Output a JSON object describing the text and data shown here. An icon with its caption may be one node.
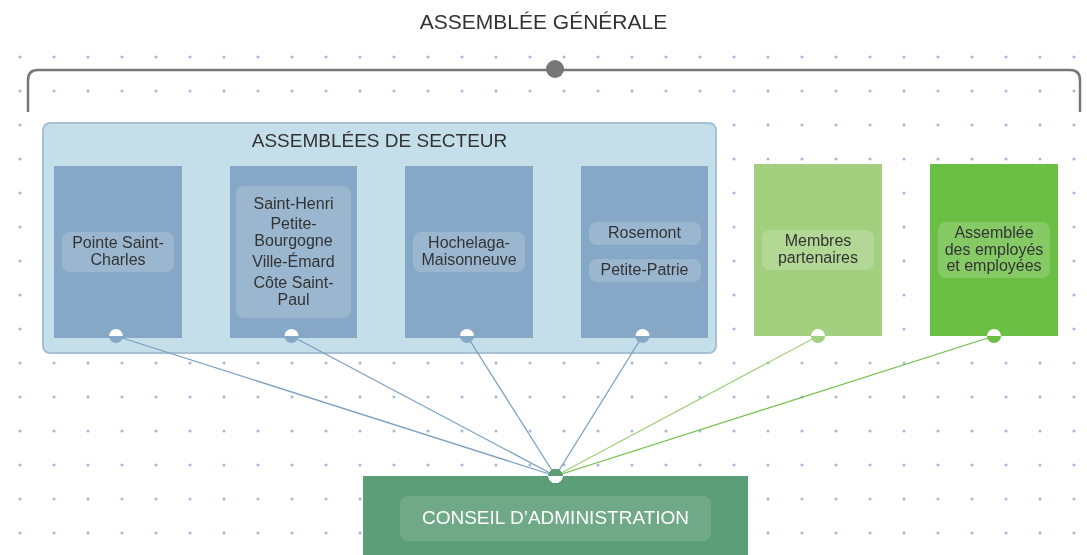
{
  "diagram": {
    "title": "ASSEMBLÉE GÉNÉRALE",
    "nodes": [
      {
        "text": [
          "ASSEMBLÉES DE SECTEUR"
        ]
      },
      {
        "text": [
          "Pointe Saint-Charles"
        ],
        "in": 0
      },
      {
        "text": [
          "Saint-Henri",
          "Petite-Bourgogne",
          "Ville-Émard",
          "Côte Saint-Paul"
        ],
        "in": 0
      },
      {
        "text": [
          "Hochelaga-Maisonneuve"
        ],
        "in": 0
      },
      {
        "text": [
          "Rosemont",
          "Petite-Patrie"
        ],
        "in": 0
      },
      {
        "text": [
          "Membres partenaires"
        ]
      },
      {
        "text": [
          "Assemblée des employés et employées"
        ]
      },
      {
        "text": [
          "CONSEIL D’ADMINISTRATION"
        ]
      }
    ],
    "edges": [
      {
        "from": 1,
        "to": 7,
        "arrow": "other"
      },
      {
        "from": 2,
        "to": 7,
        "arrow": "other"
      },
      {
        "from": 3,
        "to": 7,
        "arrow": "other"
      },
      {
        "from": 4,
        "to": 7,
        "arrow": "other"
      },
      {
        "from": 5,
        "to": 7,
        "arrow": "other",
        "color": "#a3d07f"
      },
      {
        "from": 6,
        "to": 7,
        "arrow": "other",
        "color": "#6cbf45"
      }
    ]
  }
}
